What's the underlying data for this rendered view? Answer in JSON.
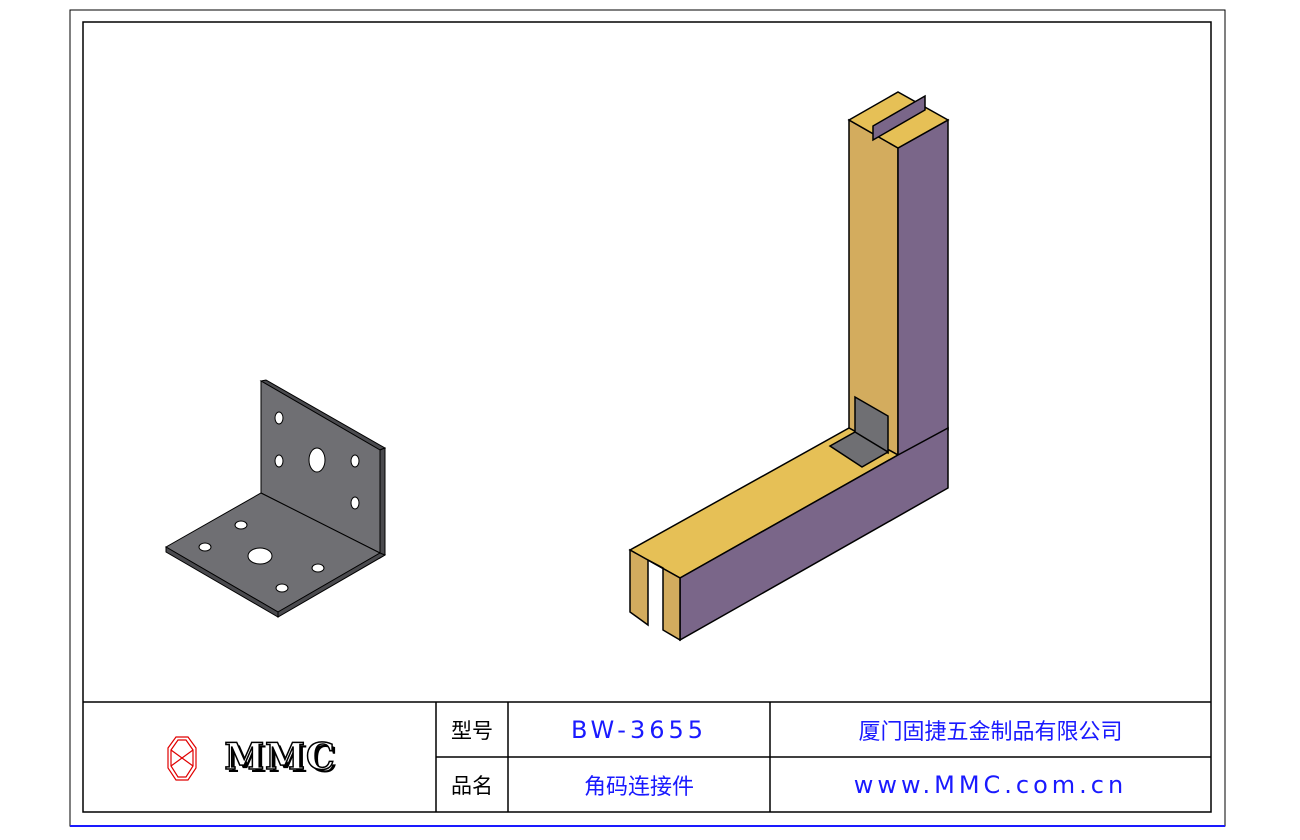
{
  "title_block": {
    "logo_text": "MMC",
    "model_label": "型号",
    "model_value": "BW-3655",
    "name_label": "品名",
    "name_value": "角码连接件",
    "company": "厦门固捷五金制品有限公司",
    "website": "www.MMC.com.cn"
  },
  "colors": {
    "steel": "#6f6f73",
    "wood_top": "#e6c056",
    "wood_front": "#d3ac5e",
    "wood_side": "#7a6689",
    "text_blue": "#1a1aff",
    "logo_red": "#e00000"
  }
}
